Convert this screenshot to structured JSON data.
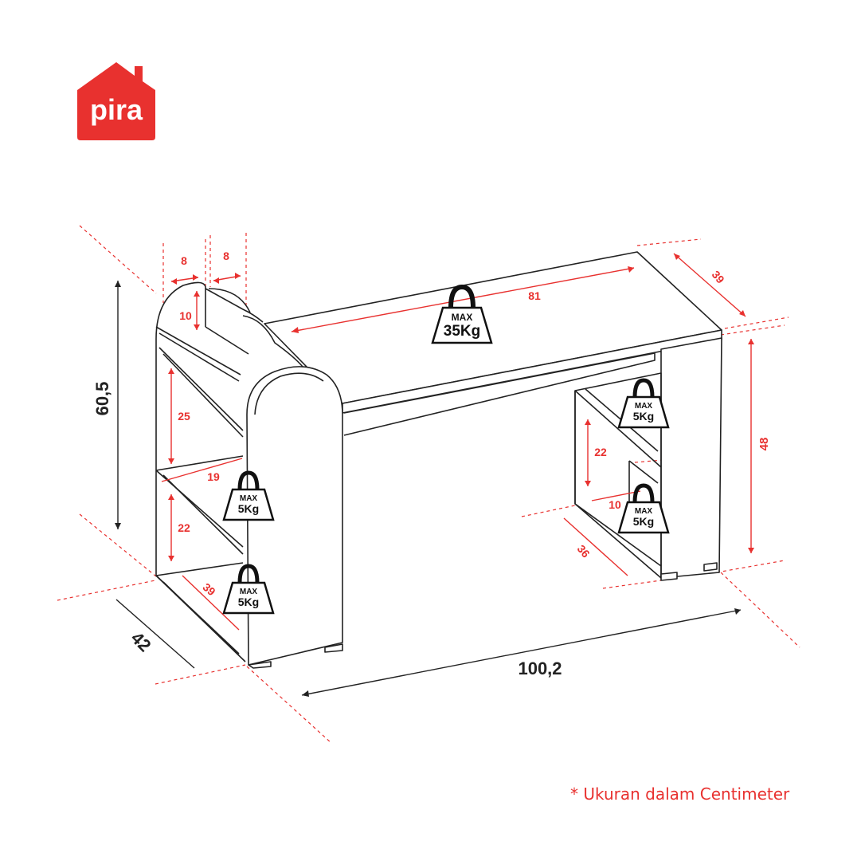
{
  "brand": {
    "name": "pira",
    "color": "#e8312f"
  },
  "note": "* Ukuran dalam Centimeter",
  "dimensions": {
    "height_total": "60,5",
    "width_total": "100,2",
    "depth_total": "42",
    "table_depth": "39",
    "table_width": "81",
    "leg_height": "48",
    "side_top_a": "8",
    "side_top_b": "8",
    "side_h_top": "10",
    "side_h_mid": "25",
    "side_w_mid": "19",
    "side_h_low": "22",
    "side_d_bottom": "39",
    "right_h": "22",
    "right_w": "10",
    "right_d": "36"
  },
  "weights": {
    "max_label": "MAX",
    "top": "35Kg",
    "small": "5Kg"
  },
  "colors": {
    "accent": "#e8312f",
    "line": "#222222"
  }
}
